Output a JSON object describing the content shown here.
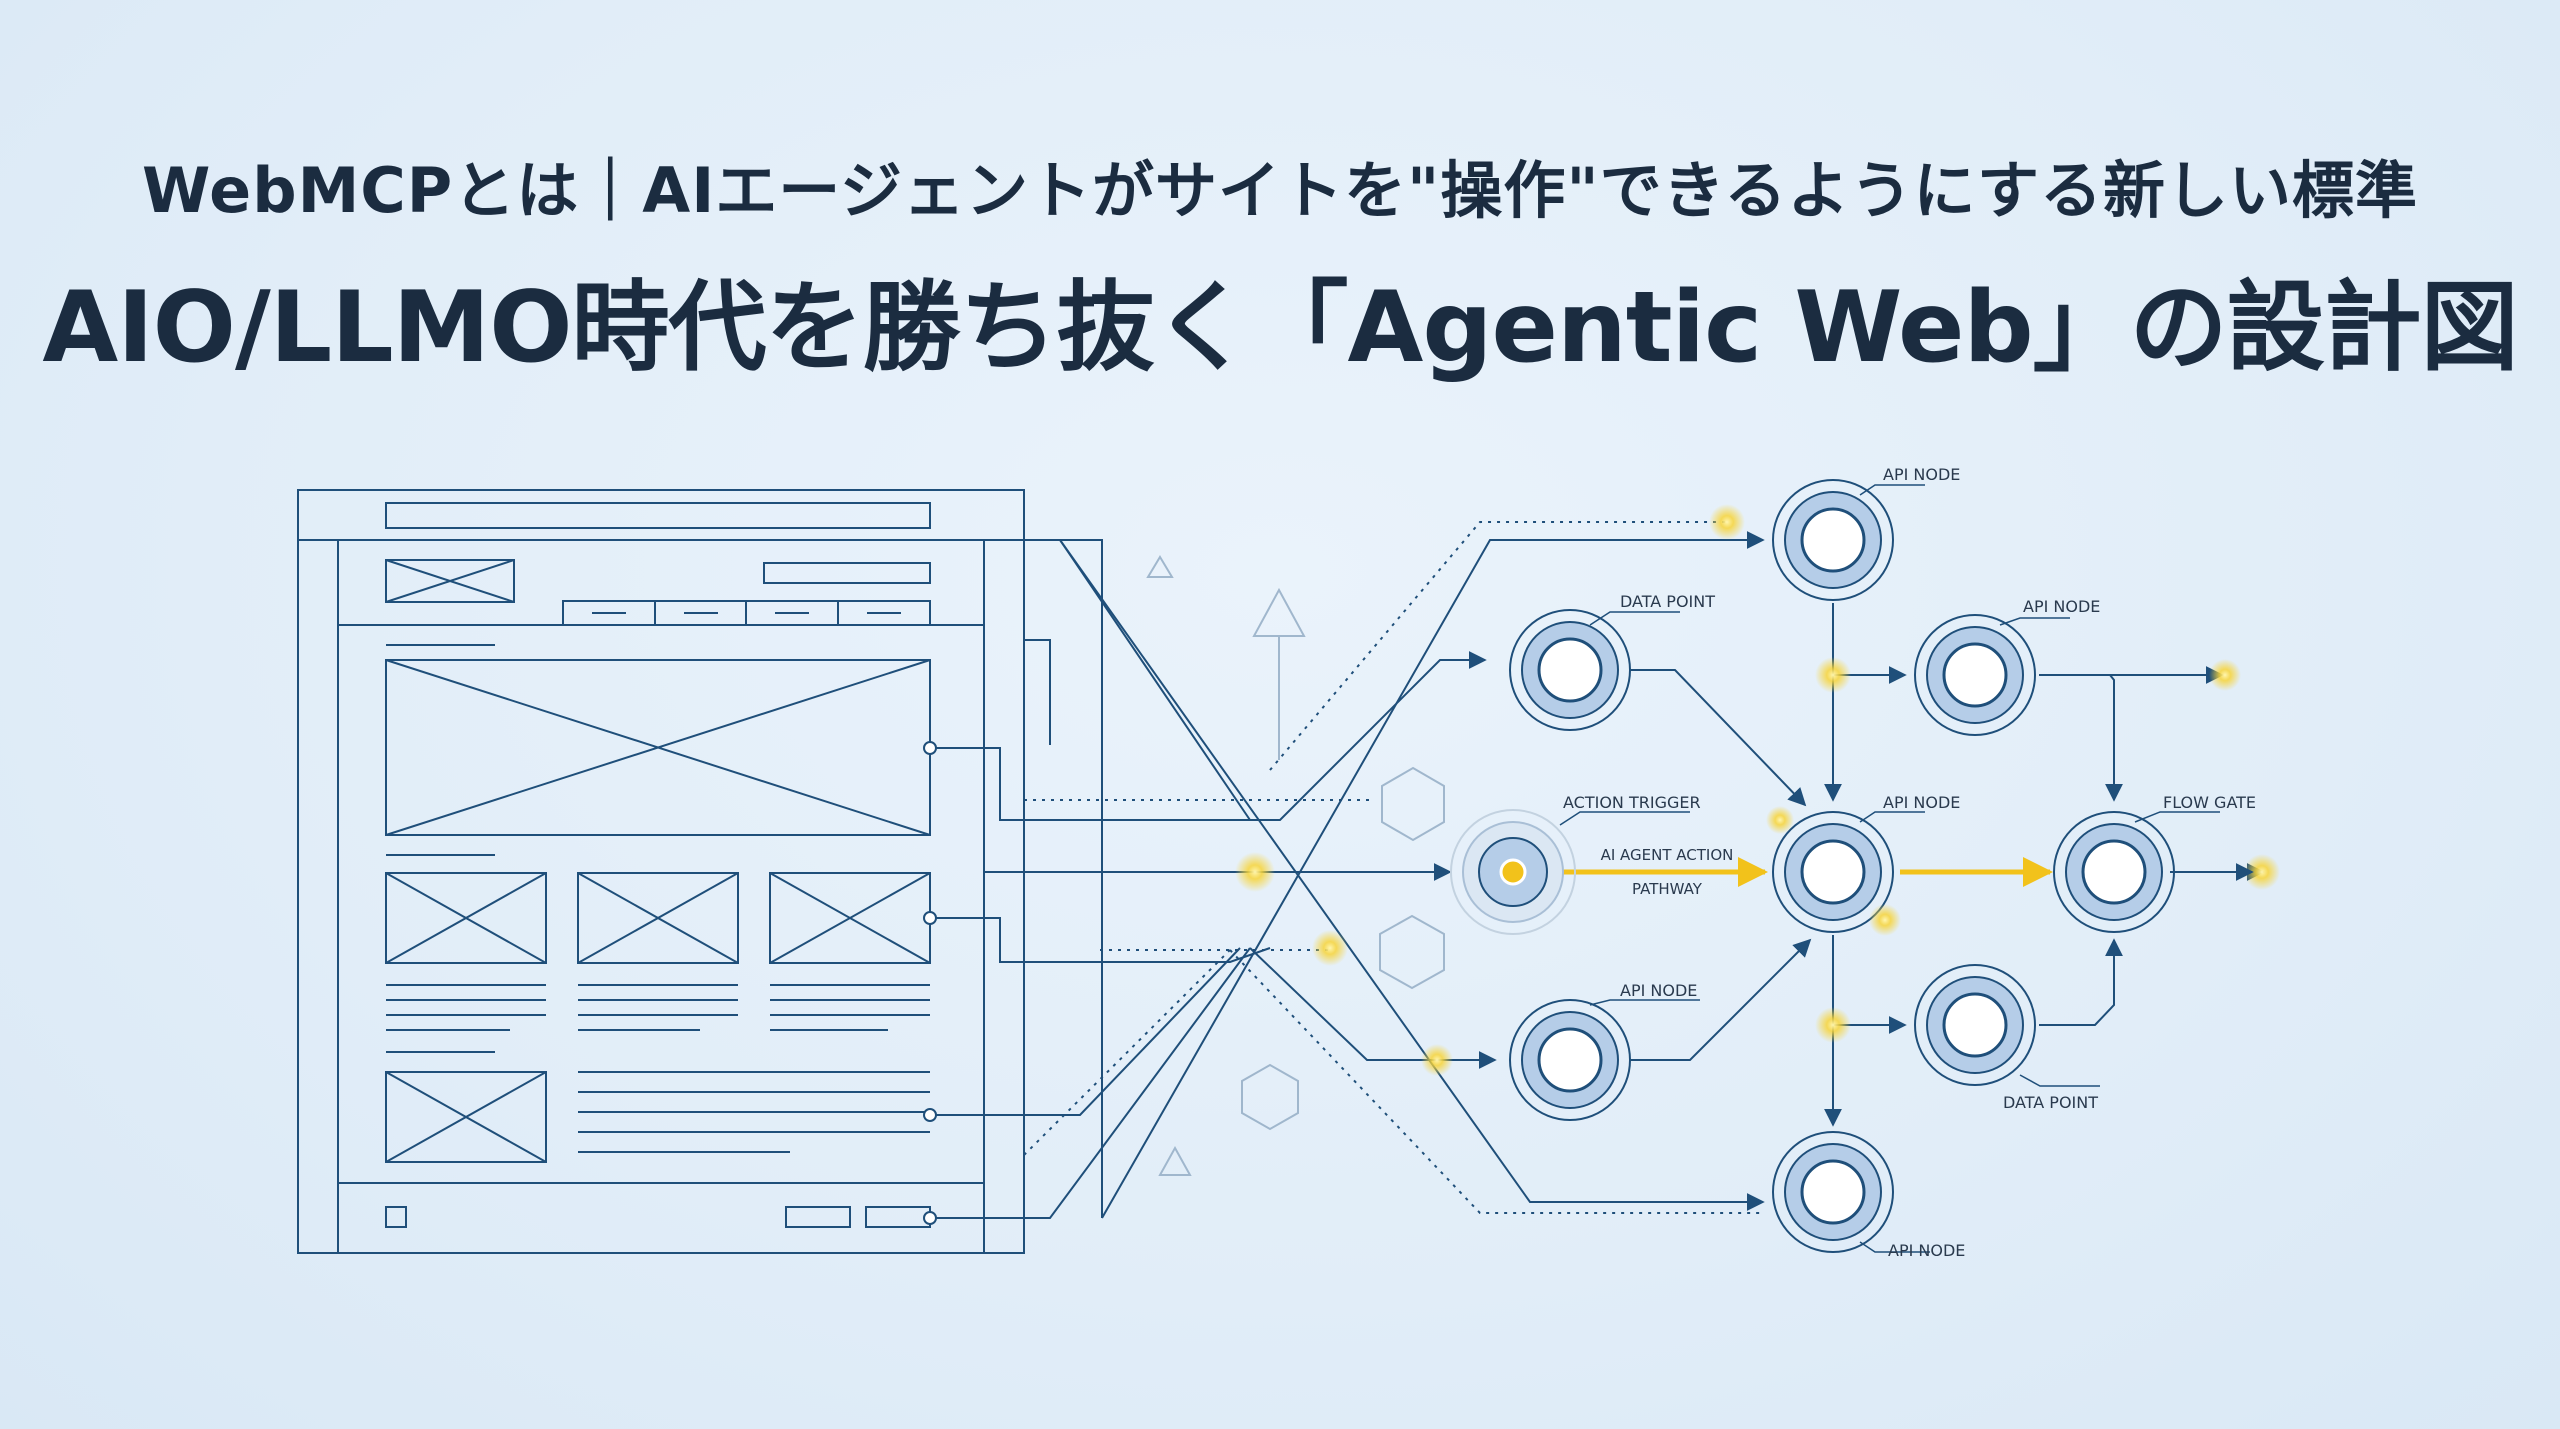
{
  "header": {
    "subtitle": "WebMCPとは｜AIエージェントがサイトを\"操作\"できるようにする新しい標準",
    "title": "AIO/LLMO時代を勝ち抜く「Agentic Web」の設計図"
  },
  "nodes": {
    "api_top": "API NODE",
    "data_point_upper": "DATA POINT",
    "api_upper_right": "API NODE",
    "action_trigger": "ACTION TRIGGER",
    "api_center": "API NODE",
    "flow_gate": "FLOW GATE",
    "api_lower": "API NODE",
    "data_point_lower": "DATA POINT",
    "api_bottom": "API NODE"
  },
  "pathway": {
    "line1": "AI AGENT ACTION",
    "line2": "PATHWAY"
  },
  "colors": {
    "line": "#1f4f7a",
    "accent": "#f2c21b",
    "node_fill": "#b5cde8",
    "background": "#e3eef8"
  }
}
